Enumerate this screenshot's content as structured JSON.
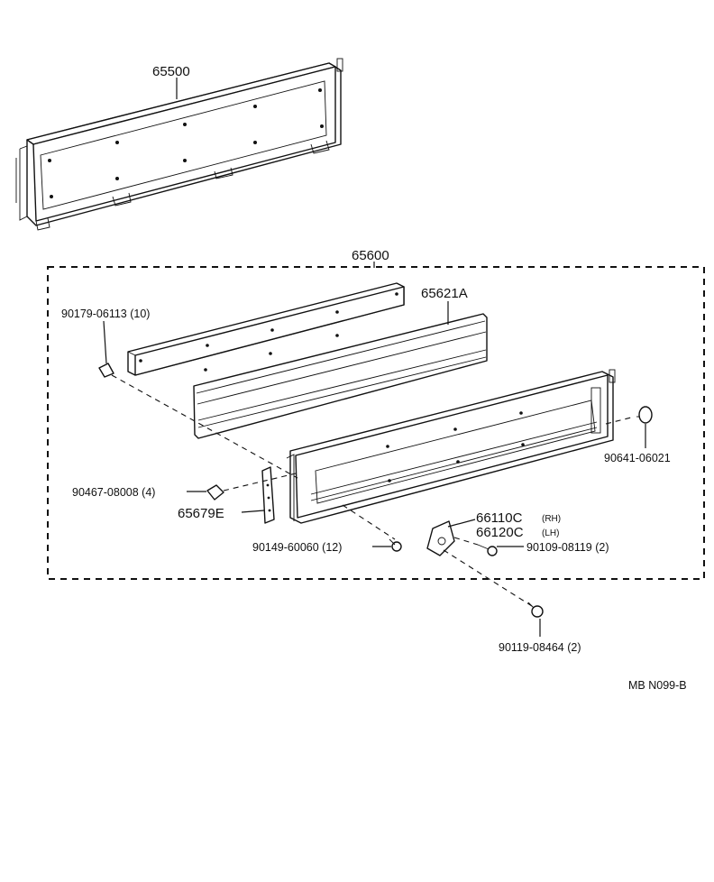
{
  "parts": {
    "p65500": "65500",
    "p65600": "65600",
    "p65621A": "65621A",
    "p90179": "90179-06113 (10)",
    "p90641": "90641-06021",
    "p90467": "90467-08008 (4)",
    "p65679E": "65679E",
    "p66110C": "66110C",
    "p66110C_side": "(RH)",
    "p66120C": "66120C",
    "p66120C_side": "(LH)",
    "p90149": "90149-60060 (12)",
    "p90109": "90109-08119 (2)",
    "p90119": "90119-08464 (2)"
  },
  "footer_code": "MB  N099-B"
}
